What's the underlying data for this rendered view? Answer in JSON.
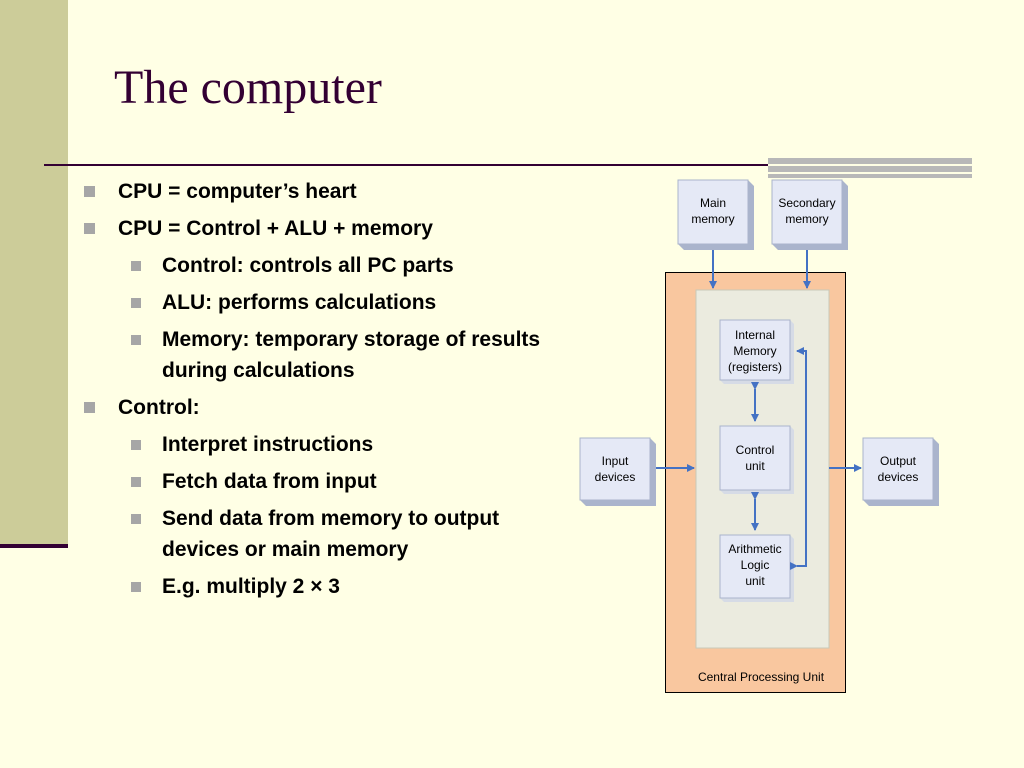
{
  "slide": {
    "title": "The computer"
  },
  "bullets": [
    {
      "level": 1,
      "text": "CPU = computer’s heart"
    },
    {
      "level": 1,
      "text": "CPU = Control + ALU + memory"
    },
    {
      "level": 2,
      "text": "Control: controls all PC parts"
    },
    {
      "level": 2,
      "text": "ALU: performs calculations"
    },
    {
      "level": 2,
      "text": "Memory: temporary storage of results during calculations"
    },
    {
      "level": 1,
      "text": "Control:"
    },
    {
      "level": 2,
      "text": "Interpret instructions"
    },
    {
      "level": 2,
      "text": "Fetch data from input"
    },
    {
      "level": 2,
      "text": "Send data from memory to output devices or main memory"
    },
    {
      "level": 2,
      "text": "E.g. multiply 2 × 3"
    }
  ],
  "diagram": {
    "main_memory": [
      "Main",
      "memory"
    ],
    "secondary_memory": [
      "Secondary",
      "memory"
    ],
    "internal_memory": [
      "Internal",
      "Memory",
      "(registers)"
    ],
    "control_unit": [
      "Control",
      "unit"
    ],
    "alu": [
      "Arithmetic",
      "Logic",
      "unit"
    ],
    "input_devices": [
      "Input",
      "devices"
    ],
    "output_devices": [
      "Output",
      "devices"
    ],
    "cpu_label": "Central Processing Unit"
  },
  "colors": {
    "background": "#ffffe5",
    "side_band": "#cccc99",
    "title": "#330033",
    "cpu_fill": "#f9c79f",
    "cpu_inner": "#ebebdf",
    "box_fill": "#e5e9f6",
    "arrow": "#4472c4"
  }
}
